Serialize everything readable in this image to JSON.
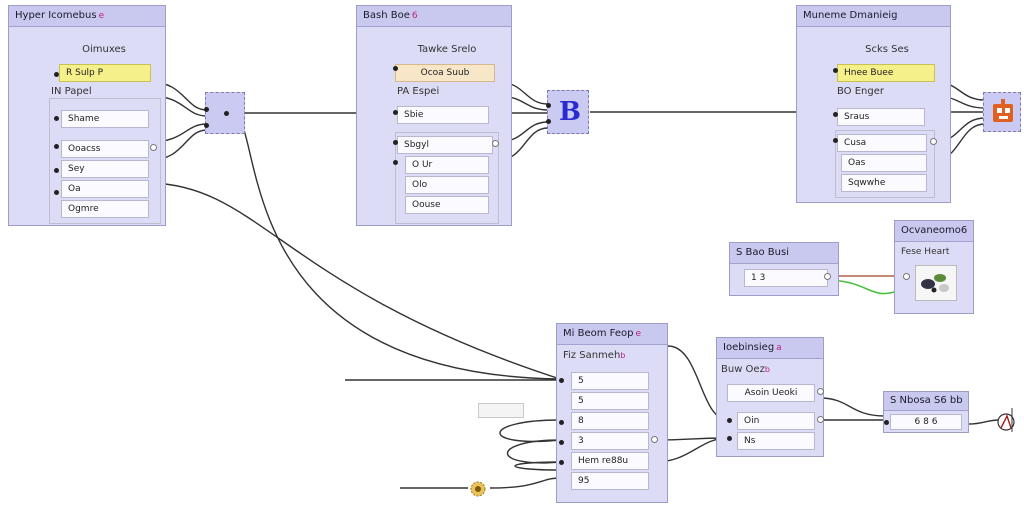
{
  "colors": {
    "node_bg": "#dcdcf7",
    "node_title": "#c9c9f0",
    "wire": "#333333",
    "wire_red": "#a04020",
    "wire_green": "#4cc040",
    "accent_yellow": "#f6f08a",
    "accent_peach": "#f7e7c8",
    "chip_blue": "#2a2ad0",
    "chip_orange": "#e06020"
  },
  "node_a": {
    "title": "Hyper Icomebus",
    "title_mark": "e",
    "header": "Oimuxes",
    "select": "R Sulp P",
    "section": "IN Papel",
    "fields": [
      "Shame",
      "Ooacss",
      "Sey",
      "Oa",
      "Ogmre"
    ]
  },
  "node_b": {
    "title": "Bash Boe",
    "title_mark": "6",
    "header": "Tawke Srelo",
    "select": "Ocoa Suub",
    "section": "PA Espei",
    "fields": [
      "Sbie",
      "Sbgyl",
      "O Ur",
      "Olo",
      "Oouse"
    ]
  },
  "node_c": {
    "title": "Muneme Dmanieig",
    "header": "Scks Ses",
    "select": "Hnee Buee",
    "section": "BO Enger",
    "fields": [
      "Sraus",
      "Cusa",
      "Oas",
      "Sqwwhe"
    ]
  },
  "chip_b": {
    "glyph": "B",
    "icon": "letter-b-chip-icon"
  },
  "chip_c": {
    "icon": "orange-robot-chip-icon"
  },
  "small_node": {
    "title": "S Bao Busi",
    "field": "1 3"
  },
  "preview_node": {
    "title": "Ocvaneomo6",
    "sub": "Fese Heart",
    "image_icon": "plant-thumbnail-icon"
  },
  "node_d": {
    "title": "Mi Beom Feop",
    "title_mark": "e",
    "sub": "Fiz Sanmeh",
    "sub_mark": "b",
    "fields": [
      "5",
      "5",
      "8",
      "3",
      "Hem re88u",
      "95"
    ]
  },
  "node_e": {
    "title": "Ioebinsieg",
    "title_mark": "a",
    "sub": "Buw Oez",
    "sub_mark": "b",
    "select": "Asoin Ueoki",
    "fields": [
      "Oin",
      "Ns"
    ]
  },
  "node_f": {
    "title": "S Nbosa S6 bb",
    "field": "6 8 6"
  },
  "output_icon": "lambda-output-icon",
  "gear_icon": "gear-node-icon",
  "lone_input": {
    "value": ""
  }
}
